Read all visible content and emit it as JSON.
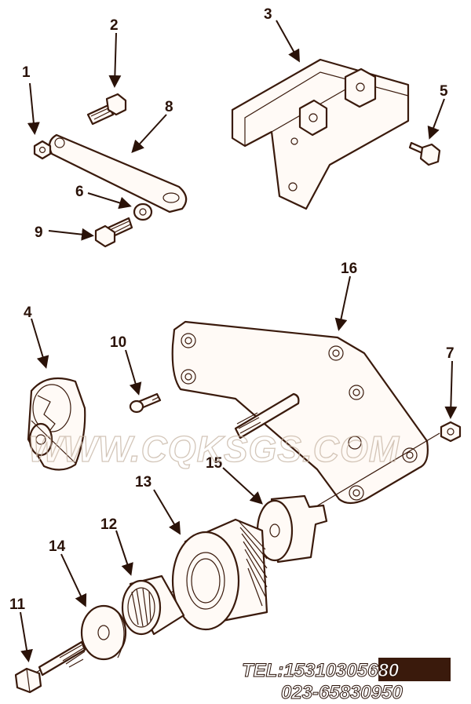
{
  "diagram": {
    "callouts": [
      {
        "id": "1",
        "label": "1"
      },
      {
        "id": "2",
        "label": "2"
      },
      {
        "id": "3",
        "label": "3"
      },
      {
        "id": "4",
        "label": "4"
      },
      {
        "id": "5",
        "label": "5"
      },
      {
        "id": "6",
        "label": "6"
      },
      {
        "id": "7",
        "label": "7"
      },
      {
        "id": "8",
        "label": "8"
      },
      {
        "id": "9",
        "label": "9"
      },
      {
        "id": "10",
        "label": "10"
      },
      {
        "id": "11",
        "label": "11"
      },
      {
        "id": "12",
        "label": "12"
      },
      {
        "id": "13",
        "label": "13"
      },
      {
        "id": "14",
        "label": "14"
      },
      {
        "id": "15",
        "label": "15"
      },
      {
        "id": "16",
        "label": "16"
      }
    ]
  },
  "watermark": {
    "text": "WWW.CQKSGS.COM"
  },
  "contact": {
    "tel": "TEL:15310305680",
    "phone": "023-65830950"
  },
  "colors": {
    "line": "#3a1a0c",
    "watermark": "#c9b8a8"
  }
}
